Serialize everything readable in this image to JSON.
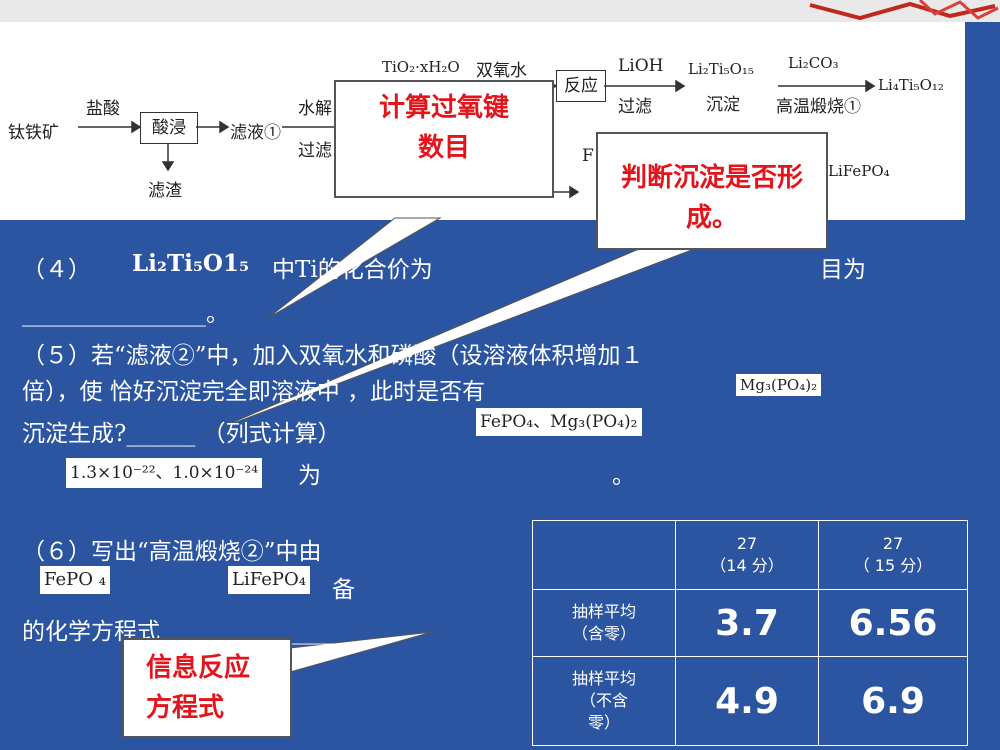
{
  "flowchart": {
    "n_ore": "钛铁矿",
    "n_hcl": "盐酸",
    "n_leach": "酸浸",
    "n_residue": "滤渣",
    "n_filt1": "滤液①",
    "n_hydro": "水解",
    "n_filter1": "过滤",
    "n_tio2": "TiO₂·xH₂O",
    "n_h2o2": "双氧水",
    "n_react": "反应",
    "n_lioh": "LiOH",
    "n_filter2": "过滤",
    "n_li2ti5o15": "Li₂Ti₅O₁₅",
    "n_precip": "沉淀",
    "n_li2co3": "Li₂CO₃",
    "n_calc1": "高温煅烧①",
    "n_li4ti5o12": "Li₄Ti₅O₁₂",
    "n_partial_a": "F",
    "n_partial_b": "LiFePO₄"
  },
  "callouts": {
    "c1": "计算过氧键数目",
    "c2": "判断沉淀是否形成。",
    "c3": "信息反应方程式"
  },
  "questions": {
    "q4_a": "（４）",
    "q4_b": "Li₂Ti₅O1₅",
    "q4_c": "中Ti的化合价为",
    "q4_d": "目为",
    "q4_blank": "________________。",
    "q5_line1": "（５）若“滤液②”中，加入双氧水和磷酸（设溶液体积增加１",
    "q5_line2": "倍），使  恰好沉淀完全即溶液中  ，此时是否有",
    "q5_line3": "沉淀生成?______  （列式计算）",
    "q5_dot": "为",
    "q5_end": "。",
    "mg3po4": "Mg₃(PO₄)₂",
    "fepo4_mg": "FePO₄、Mg₃(PO₄)₂",
    "ksp": "1.3×10⁻²²、1.0×10⁻²⁴",
    "q6_line1": "（６）写出“高温煅烧②”中由",
    "q6_fepo4": "FePO ₄",
    "q6_lifepo4": "LiFePO₄",
    "q6_bei": "备",
    "q6_line3": "的化学方程式________________"
  },
  "score_table": {
    "col1": "27\n（14 分）",
    "col2": "27\n（ 15 分）",
    "row1_label": "抽样平均\n（含零）",
    "row2_label": "抽样平均\n（不含\n零）",
    "r1c1": "3.7",
    "r1c2": "6.56",
    "r2c1": "4.9",
    "r2c2": "6.9"
  }
}
